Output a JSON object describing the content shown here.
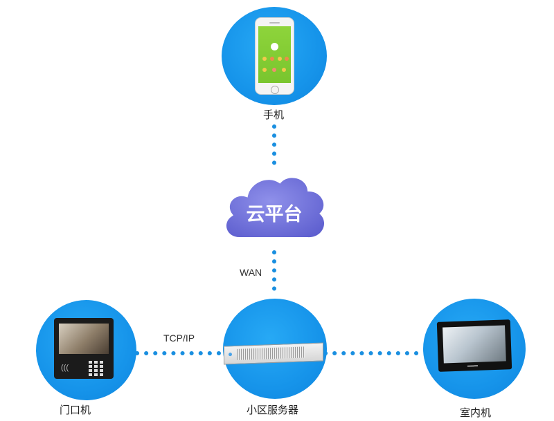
{
  "cloud": {
    "label": "云平台"
  },
  "nodes": {
    "phone": {
      "label": "手机"
    },
    "door_station": {
      "label": "门口机"
    },
    "server": {
      "label": "小区服务器"
    },
    "indoor_unit": {
      "label": "室内机"
    }
  },
  "connections": {
    "wan": {
      "label": "WAN"
    },
    "tcp_ip": {
      "label": "TCP/IP"
    }
  },
  "colors": {
    "circle": "#1694ea",
    "dotted_line": "#1a8fe0",
    "cloud_fill": "#7e7fe0",
    "cloud_outline": "#ffffff",
    "phone_screen": "#84cc34"
  }
}
